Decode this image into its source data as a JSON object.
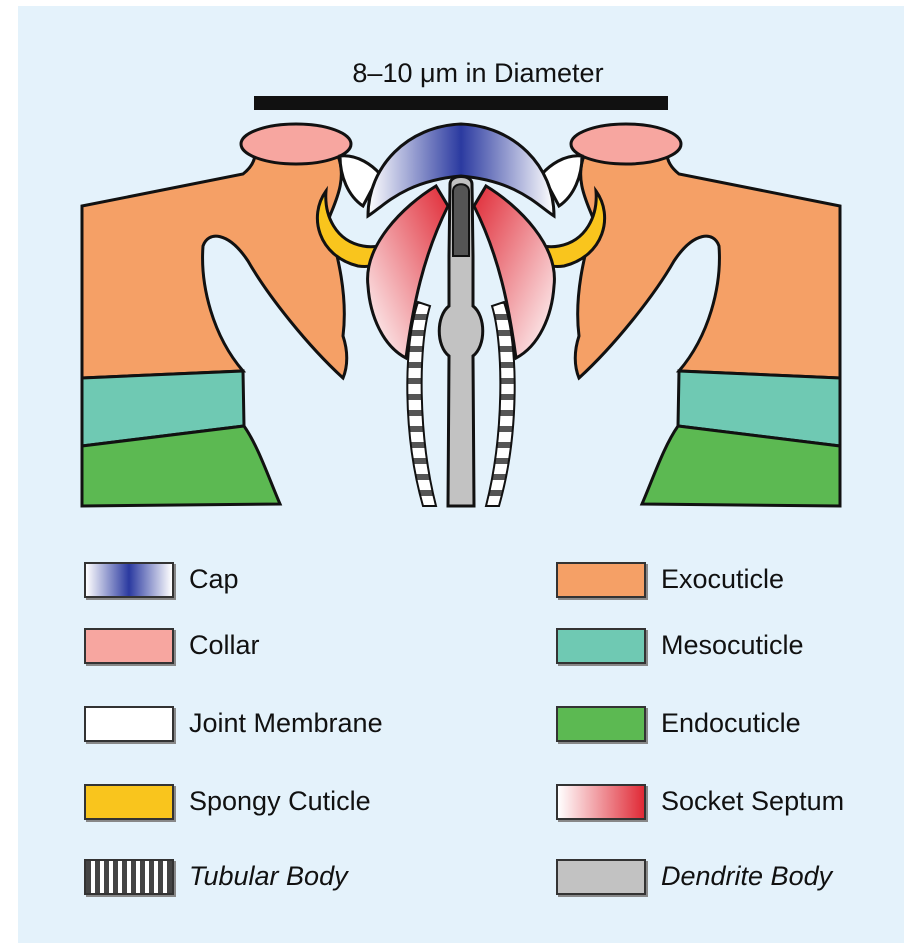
{
  "scale_bar": {
    "label": "8–10 μm in Diameter"
  },
  "legend": {
    "left": [
      {
        "label": "Cap",
        "swatch": "cap",
        "italic": false
      },
      {
        "label": "Collar",
        "swatch": "collar",
        "italic": false
      },
      {
        "label": "Joint Membrane",
        "swatch": "joint-membrane",
        "italic": false
      },
      {
        "label": "Spongy Cuticle",
        "swatch": "spongy-cuticle",
        "italic": false
      },
      {
        "label": "Tubular Body",
        "swatch": "tubular-body",
        "italic": true
      }
    ],
    "right": [
      {
        "label": "Exocuticle",
        "swatch": "exocuticle",
        "italic": false
      },
      {
        "label": "Mesocuticle",
        "swatch": "mesocuticle",
        "italic": false
      },
      {
        "label": "Endocuticle",
        "swatch": "endocuticle",
        "italic": false
      },
      {
        "label": "Socket Septum",
        "swatch": "socket-septum",
        "italic": false
      },
      {
        "label": "Dendrite Body",
        "swatch": "dendrite-body",
        "italic": true
      }
    ]
  },
  "colors": {
    "background": "#e4f2fb",
    "cap": "#2b3aa0",
    "collar": "#f7a6a0",
    "joint_membrane": "#ffffff",
    "spongy_cuticle": "#f9c51d",
    "exocuticle": "#f5a066",
    "mesocuticle": "#6fc9b3",
    "endocuticle": "#5cb952",
    "socket_septum": "#e02a36",
    "dendrite_body": "#c2c2c2"
  }
}
